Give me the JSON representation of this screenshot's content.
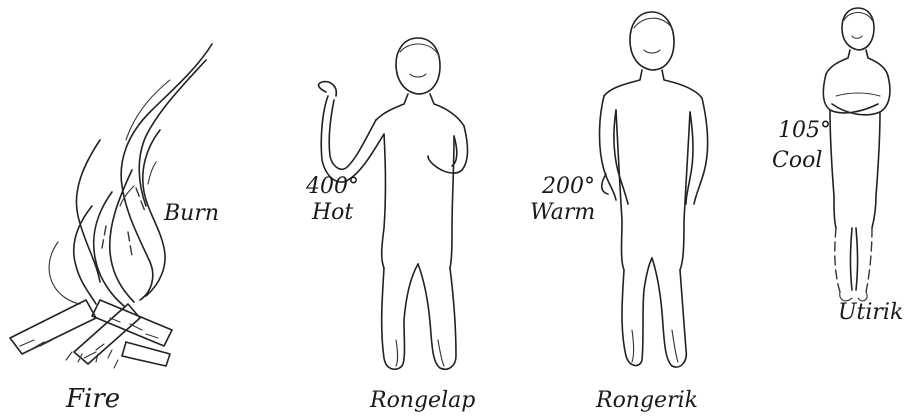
{
  "figure": {
    "labels": {
      "fire_effect": "Burn",
      "fire_caption": "Fire",
      "rongelap_temp": "400°",
      "rongelap_effect": "Hot",
      "rongelap_caption": "Rongelap",
      "rongerik_temp": "200°",
      "rongerik_effect": "Warm",
      "rongerik_caption": "Rongerik",
      "utirik_temp": "105°",
      "utirik_effect": "Cool",
      "utirik_caption": "Utirik"
    }
  }
}
